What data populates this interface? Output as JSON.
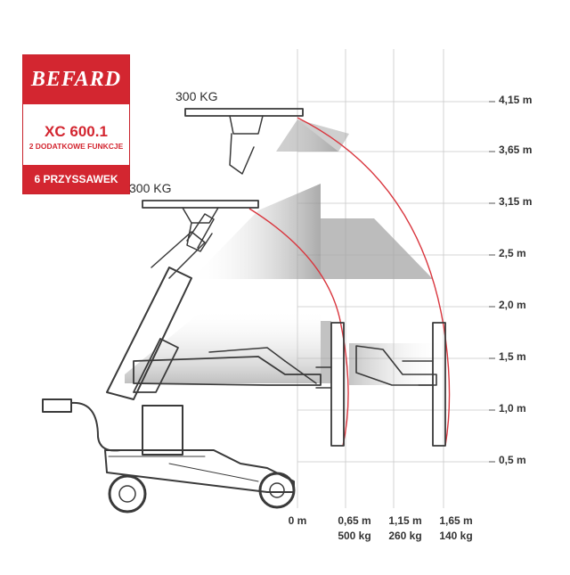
{
  "brand": {
    "logo_text": "BEFARD",
    "model": "XC 600.1",
    "subtitle": "2 DODATKOWE FUNKCJE",
    "suction_cups": "6 PRZYSSAWEK",
    "accent_color": "#d32630"
  },
  "loads": {
    "upper": "300 KG",
    "lower": "300 KG"
  },
  "height_axis": {
    "labels": [
      "4,15 m",
      "3,65 m",
      "3,15 m",
      "2,5 m",
      "2,0 m",
      "1,5 m",
      "1,0 m",
      "0,5 m"
    ]
  },
  "reach_axis": {
    "columns": [
      {
        "distance": "0 m",
        "capacity": ""
      },
      {
        "distance": "0,65 m",
        "capacity": "500 kg"
      },
      {
        "distance": "1,15 m",
        "capacity": "260 kg"
      },
      {
        "distance": "1,65 m",
        "capacity": "140 kg"
      }
    ]
  },
  "colors": {
    "arc": "#d9363e",
    "grid": "#c8c8c8",
    "machine": "#3a3a3a",
    "shade": "#9a9a9a"
  }
}
